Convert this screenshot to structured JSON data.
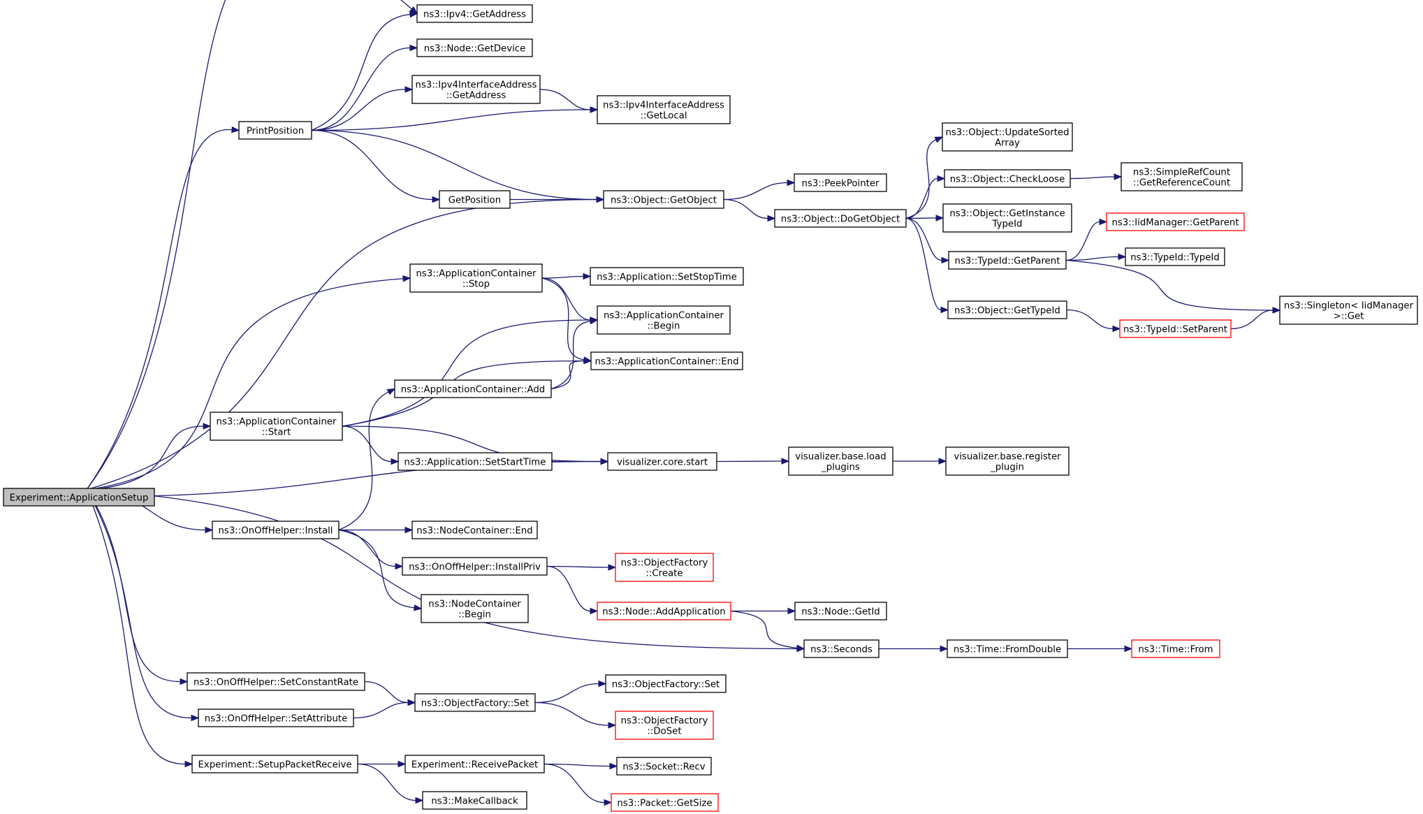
{
  "diagram": {
    "root": "root",
    "nodes": [
      {
        "id": "root",
        "label": [
          "Experiment::ApplicationSetup"
        ],
        "root": true
      },
      {
        "id": "printpos",
        "label": [
          "PrintPosition"
        ]
      },
      {
        "id": "appstart",
        "label": [
          "ns3::ApplicationContainer",
          "::Start"
        ]
      },
      {
        "id": "install",
        "label": [
          "ns3::OnOffHelper::Install"
        ]
      },
      {
        "id": "setrate",
        "label": [
          "ns3::OnOffHelper::SetConstantRate"
        ]
      },
      {
        "id": "setattr",
        "label": [
          "ns3::OnOffHelper::SetAttribute"
        ]
      },
      {
        "id": "setuprecv",
        "label": [
          "Experiment::SetupPacketReceive"
        ]
      },
      {
        "id": "ipv4get",
        "label": [
          "ns3::Ipv4::GetAddress"
        ]
      },
      {
        "id": "nodegetdev",
        "label": [
          "ns3::Node::GetDevice"
        ]
      },
      {
        "id": "ifaddrget",
        "label": [
          "ns3::Ipv4InterfaceAddress",
          "::GetAddress"
        ]
      },
      {
        "id": "getpos",
        "label": [
          "GetPosition"
        ]
      },
      {
        "id": "appstop",
        "label": [
          "ns3::ApplicationContainer",
          "::Stop"
        ]
      },
      {
        "id": "appadd",
        "label": [
          "ns3::ApplicationContainer::Add"
        ]
      },
      {
        "id": "setstart",
        "label": [
          "ns3::Application::SetStartTime"
        ]
      },
      {
        "id": "ncend",
        "label": [
          "ns3::NodeContainer::End"
        ]
      },
      {
        "id": "installpriv",
        "label": [
          "ns3::OnOffHelper::InstallPriv"
        ]
      },
      {
        "id": "ncbegin",
        "label": [
          "ns3::NodeContainer",
          "::Begin"
        ]
      },
      {
        "id": "ofset",
        "label": [
          "ns3::ObjectFactory::Set"
        ]
      },
      {
        "id": "recvpkt",
        "label": [
          "Experiment::ReceivePacket"
        ]
      },
      {
        "id": "makecb",
        "label": [
          "ns3::MakeCallback"
        ]
      },
      {
        "id": "getlocal",
        "label": [
          "ns3::Ipv4InterfaceAddress",
          "::GetLocal"
        ]
      },
      {
        "id": "getobject",
        "label": [
          "ns3::Object::GetObject"
        ]
      },
      {
        "id": "setstop",
        "label": [
          "ns3::Application::SetStopTime"
        ]
      },
      {
        "id": "acbegin",
        "label": [
          "ns3::ApplicationContainer",
          "::Begin"
        ]
      },
      {
        "id": "acend",
        "label": [
          "ns3::ApplicationContainer::End"
        ]
      },
      {
        "id": "vcstart",
        "label": [
          "visualizer.core.start"
        ]
      },
      {
        "id": "ofcreate",
        "label": [
          "ns3::ObjectFactory",
          "::Create"
        ],
        "truncated": true
      },
      {
        "id": "addapp",
        "label": [
          "ns3::Node::AddApplication"
        ],
        "truncated": true
      },
      {
        "id": "seconds",
        "label": [
          "ns3::Seconds"
        ]
      },
      {
        "id": "ofset2",
        "label": [
          "ns3::ObjectFactory::Set"
        ]
      },
      {
        "id": "ofdoset",
        "label": [
          "ns3::ObjectFactory",
          "::DoSet"
        ],
        "truncated": true
      },
      {
        "id": "sockrecv",
        "label": [
          "ns3::Socket::Recv"
        ]
      },
      {
        "id": "pktsize",
        "label": [
          "ns3::Packet::GetSize"
        ],
        "truncated": true
      },
      {
        "id": "peekptr",
        "label": [
          "ns3::PeekPointer"
        ]
      },
      {
        "id": "dogetobj",
        "label": [
          "ns3::Object::DoGetObject"
        ]
      },
      {
        "id": "vbload",
        "label": [
          "visualizer.base.load",
          "_plugins"
        ]
      },
      {
        "id": "nodegetid",
        "label": [
          "ns3::Node::GetId"
        ]
      },
      {
        "id": "fromdouble",
        "label": [
          "ns3::Time::FromDouble"
        ]
      },
      {
        "id": "updsorted",
        "label": [
          "ns3::Object::UpdateSorted",
          "Array"
        ]
      },
      {
        "id": "checkloose",
        "label": [
          "ns3::Object::CheckLoose"
        ]
      },
      {
        "id": "getinst",
        "label": [
          "ns3::Object::GetInstance",
          "TypeId"
        ]
      },
      {
        "id": "tidgetparent",
        "label": [
          "ns3::TypeId::GetParent"
        ]
      },
      {
        "id": "getypeid",
        "label": [
          "ns3::Object::GetTypeId"
        ]
      },
      {
        "id": "vbreg",
        "label": [
          "visualizer.base.register",
          "_plugin"
        ]
      },
      {
        "id": "timefrom",
        "label": [
          "ns3::Time::From"
        ],
        "truncated": true
      },
      {
        "id": "srcount",
        "label": [
          "ns3::SimpleRefCount",
          "::GetReferenceCount"
        ]
      },
      {
        "id": "iidparent",
        "label": [
          "ns3::IidManager::GetParent"
        ],
        "truncated": true
      },
      {
        "id": "typeidctor",
        "label": [
          "ns3::TypeId::TypeId"
        ]
      },
      {
        "id": "setparent",
        "label": [
          "ns3::TypeId::SetParent"
        ],
        "truncated": true
      },
      {
        "id": "singleton",
        "label": [
          "ns3::Singleton< IidManager",
          ">::Get"
        ]
      }
    ],
    "edges": [
      [
        "root",
        "ipv4get"
      ],
      [
        "root",
        "printpos"
      ],
      [
        "root",
        "getobject"
      ],
      [
        "root",
        "appstop"
      ],
      [
        "root",
        "appstart"
      ],
      [
        "root",
        "vcstart"
      ],
      [
        "root",
        "install"
      ],
      [
        "root",
        "seconds"
      ],
      [
        "root",
        "setrate"
      ],
      [
        "root",
        "setattr"
      ],
      [
        "root",
        "setuprecv"
      ],
      [
        "printpos",
        "ipv4get"
      ],
      [
        "printpos",
        "nodegetdev"
      ],
      [
        "printpos",
        "ifaddrget"
      ],
      [
        "printpos",
        "getlocal"
      ],
      [
        "printpos",
        "getpos"
      ],
      [
        "printpos",
        "getobject"
      ],
      [
        "ifaddrget",
        "getlocal"
      ],
      [
        "getpos",
        "getobject"
      ],
      [
        "getobject",
        "peekptr"
      ],
      [
        "getobject",
        "dogetobj"
      ],
      [
        "dogetobj",
        "updsorted"
      ],
      [
        "dogetobj",
        "checkloose"
      ],
      [
        "dogetobj",
        "getinst"
      ],
      [
        "dogetobj",
        "tidgetparent"
      ],
      [
        "dogetobj",
        "getypeid"
      ],
      [
        "checkloose",
        "srcount"
      ],
      [
        "tidgetparent",
        "iidparent"
      ],
      [
        "tidgetparent",
        "typeidctor"
      ],
      [
        "tidgetparent",
        "singleton"
      ],
      [
        "getypeid",
        "setparent"
      ],
      [
        "setparent",
        "singleton"
      ],
      [
        "appstop",
        "setstop"
      ],
      [
        "appstop",
        "acbegin"
      ],
      [
        "appstop",
        "acend"
      ],
      [
        "appstart",
        "acbegin"
      ],
      [
        "appstart",
        "acend"
      ],
      [
        "appstart",
        "setstart"
      ],
      [
        "appstart",
        "vcstart"
      ],
      [
        "appadd",
        "acbegin"
      ],
      [
        "appadd",
        "acend"
      ],
      [
        "setstart",
        "vcstart"
      ],
      [
        "vcstart",
        "vbload"
      ],
      [
        "vbload",
        "vbreg"
      ],
      [
        "install",
        "appadd"
      ],
      [
        "install",
        "ncend"
      ],
      [
        "install",
        "installpriv"
      ],
      [
        "install",
        "ncbegin"
      ],
      [
        "installpriv",
        "ofcreate"
      ],
      [
        "installpriv",
        "addapp"
      ],
      [
        "addapp",
        "nodegetid"
      ],
      [
        "addapp",
        "seconds"
      ],
      [
        "seconds",
        "fromdouble"
      ],
      [
        "fromdouble",
        "timefrom"
      ],
      [
        "setrate",
        "ofset"
      ],
      [
        "setattr",
        "ofset"
      ],
      [
        "ofset",
        "ofset2"
      ],
      [
        "ofset",
        "ofdoset"
      ],
      [
        "setuprecv",
        "recvpkt"
      ],
      [
        "setuprecv",
        "makecb"
      ],
      [
        "recvpkt",
        "sockrecv"
      ],
      [
        "recvpkt",
        "pktsize"
      ]
    ]
  }
}
